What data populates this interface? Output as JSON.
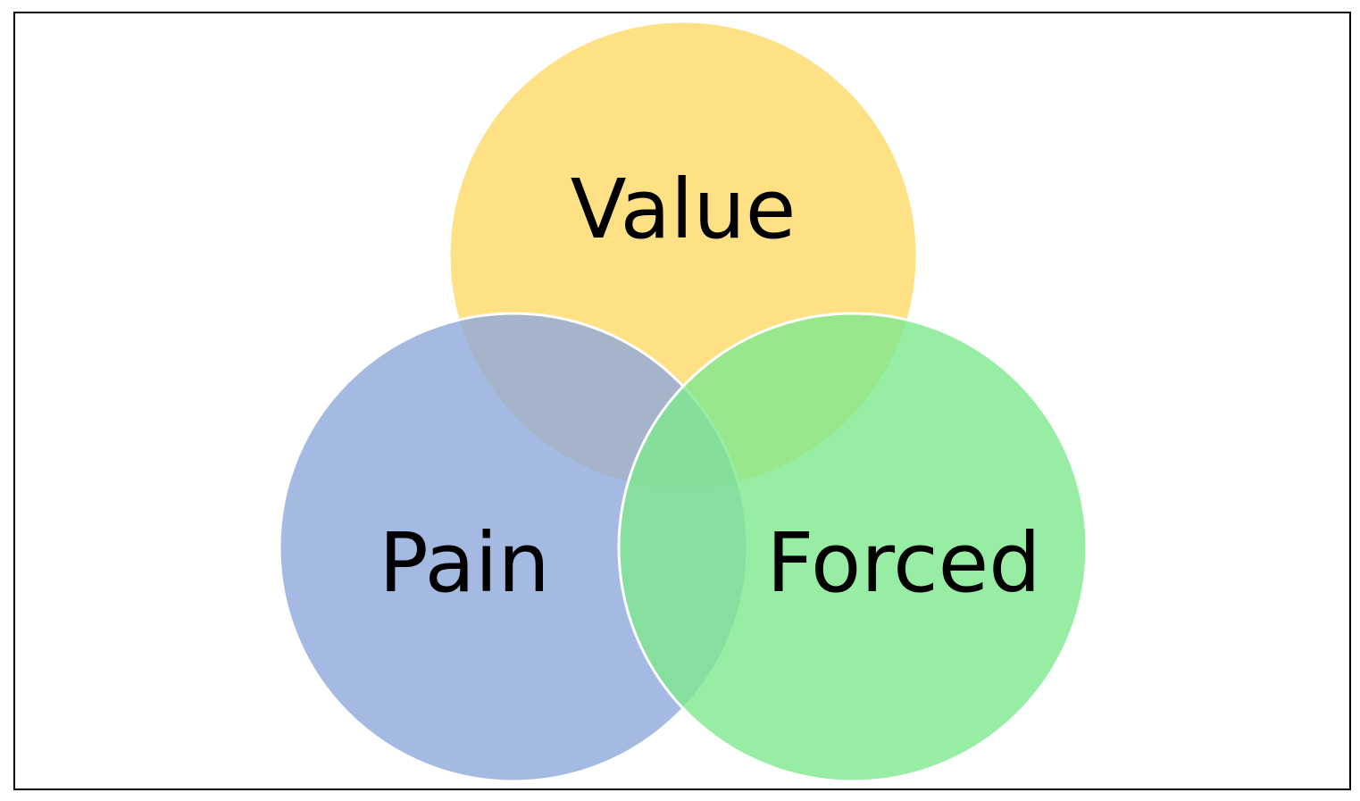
{
  "diagram": {
    "type": "venn",
    "circles": [
      {
        "id": "value",
        "label": "Value",
        "color": "#FFD966"
      },
      {
        "id": "pain",
        "label": "Pain",
        "color": "#8EA9DB"
      },
      {
        "id": "forced",
        "label": "Forced",
        "color": "#7EE88F"
      }
    ]
  }
}
